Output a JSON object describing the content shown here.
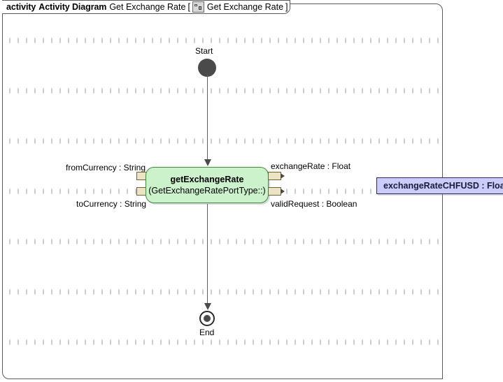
{
  "header": {
    "keyword": "activity",
    "type_label": "Activity Diagram",
    "diagram_name": "Get Exchange Rate",
    "open_bracket": "[",
    "icon": "activity-node-icon",
    "context_name": "Get Exchange Rate",
    "close_bracket": "]"
  },
  "nodes": {
    "start": {
      "label": "Start",
      "shape": "initial-node",
      "color": "#4a4a4a"
    },
    "activity": {
      "title": "getExchangeRate",
      "subtitle": "(GetExchangeRatePortType::)",
      "fill": "#ccf2cc",
      "stroke": "#3c8c3c"
    },
    "end": {
      "label": "End",
      "shape": "final-node",
      "color": "#4a4a4a"
    },
    "object": {
      "label": "exchangeRateCHFUSD : Float",
      "fill": "#ccccfa",
      "stroke": "#2a2a5a"
    }
  },
  "pins": {
    "inputs": [
      {
        "label": "fromCurrency : String"
      },
      {
        "label": "toCurrency : String"
      }
    ],
    "outputs": [
      {
        "label": "exchangeRate : Float"
      },
      {
        "label": "validRequest : Boolean"
      }
    ],
    "fill": "#ece4c4",
    "stroke": "#6e6231"
  },
  "canvas": {
    "grid_dot_color": "#9a9aa6",
    "background": "#ffffff",
    "frame_stroke": "#5a5a5a"
  }
}
